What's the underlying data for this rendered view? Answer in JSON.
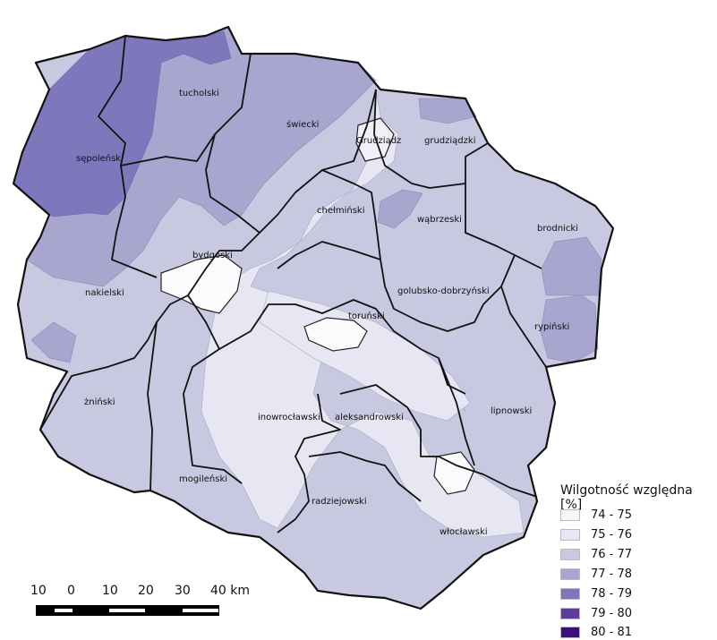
{
  "map": {
    "legend": {
      "title": "Wilgotność względna [%]",
      "classes": [
        {
          "label": "74 - 75",
          "color": "#f7f7fb"
        },
        {
          "label": "75 - 76",
          "color": "#e7e6f3"
        },
        {
          "label": "76 - 77",
          "color": "#c9c8e1"
        },
        {
          "label": "77 - 78",
          "color": "#a8a5cf"
        },
        {
          "label": "78 - 79",
          "color": "#7f77bc"
        },
        {
          "label": "79 - 80",
          "color": "#5c3d9c"
        },
        {
          "label": "80 - 81",
          "color": "#3f0f80"
        }
      ]
    },
    "scale_bar": {
      "labels": [
        "10",
        "0",
        "10",
        "20",
        "30",
        "40 km"
      ]
    },
    "counties": [
      {
        "id": "tucholski",
        "label": "tucholski"
      },
      {
        "id": "swiecki",
        "label": "świecki"
      },
      {
        "id": "grudziadz",
        "label": "Grudziądz"
      },
      {
        "id": "grudziadzki",
        "label": "grudziądzki"
      },
      {
        "id": "sepolenski",
        "label": "sępoleński"
      },
      {
        "id": "chelminski",
        "label": "chełmiński"
      },
      {
        "id": "wabrzeski",
        "label": "wąbrzeski"
      },
      {
        "id": "brodnicki",
        "label": "brodnicki"
      },
      {
        "id": "bydgoski",
        "label": "bydgoski"
      },
      {
        "id": "nakielski",
        "label": "nakielski"
      },
      {
        "id": "golubsko",
        "label": "golubsko-dobrzyński"
      },
      {
        "id": "torunski",
        "label": "toruński"
      },
      {
        "id": "rypinski",
        "label": "rypiński"
      },
      {
        "id": "zninski",
        "label": "żniński"
      },
      {
        "id": "lipnowski",
        "label": "lipnowski"
      },
      {
        "id": "inowroclawski",
        "label": "inowrocławski"
      },
      {
        "id": "aleksandrowski",
        "label": "aleksandrowski"
      },
      {
        "id": "mogilenski",
        "label": "mogileński"
      },
      {
        "id": "radziejowski",
        "label": "radziejowski"
      },
      {
        "id": "wloclawski",
        "label": "włocławski"
      }
    ]
  }
}
